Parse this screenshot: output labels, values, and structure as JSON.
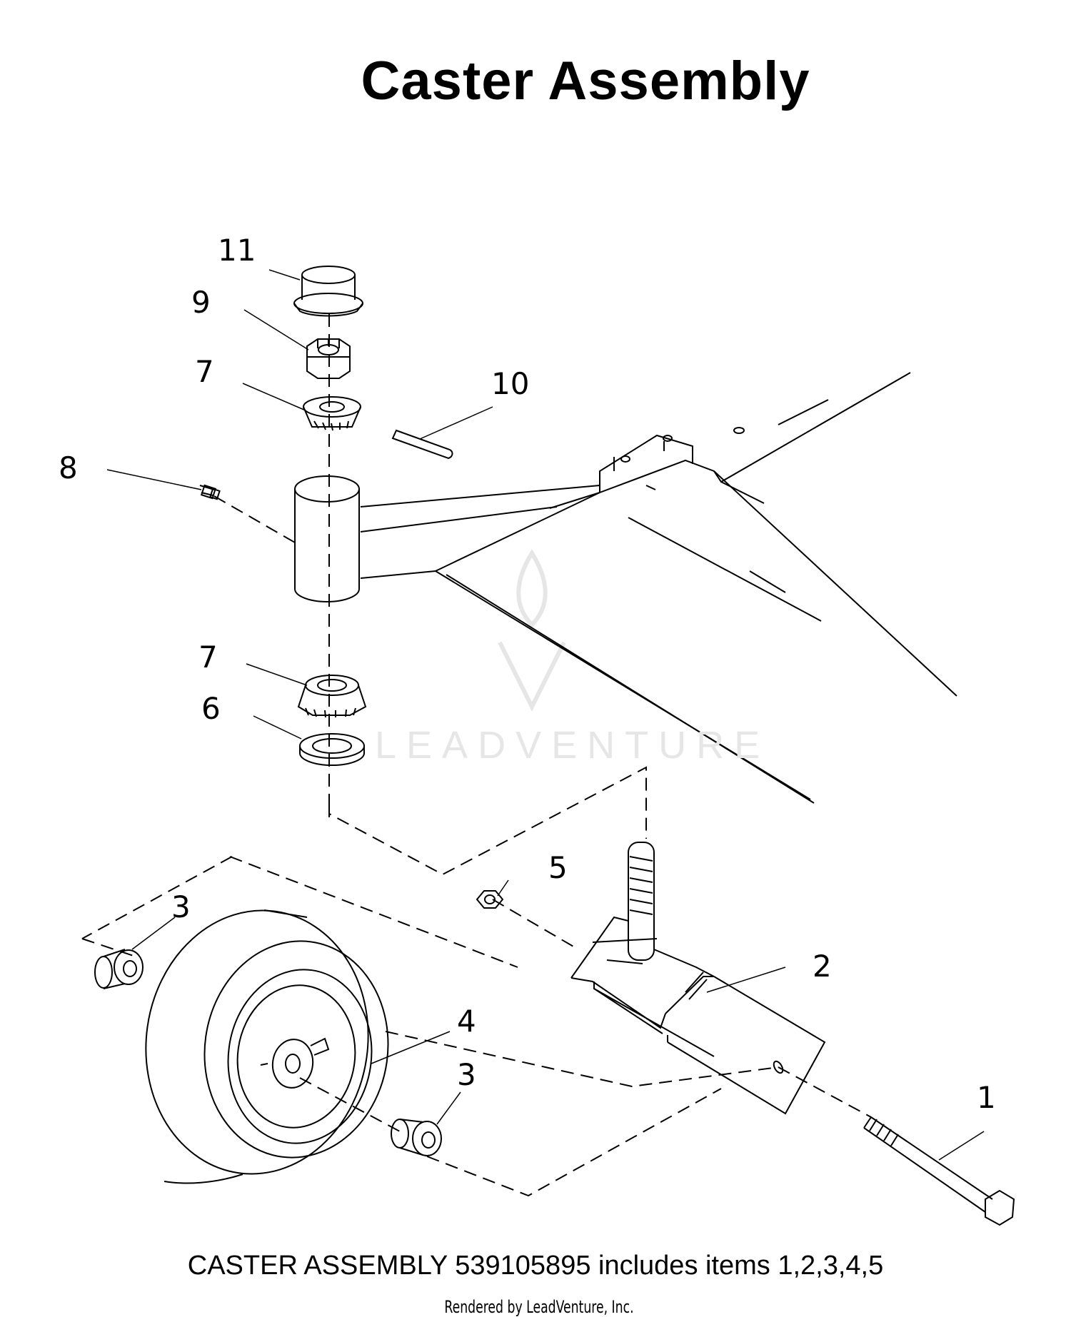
{
  "title": "Caster Assembly",
  "callouts": [
    {
      "id": "11",
      "label": "11"
    },
    {
      "id": "9",
      "label": "9"
    },
    {
      "id": "7a",
      "label": "7"
    },
    {
      "id": "10",
      "label": "10"
    },
    {
      "id": "8",
      "label": "8"
    },
    {
      "id": "7b",
      "label": "7"
    },
    {
      "id": "6",
      "label": "6"
    },
    {
      "id": "5",
      "label": "5"
    },
    {
      "id": "3a",
      "label": "3"
    },
    {
      "id": "2",
      "label": "2"
    },
    {
      "id": "4",
      "label": "4"
    },
    {
      "id": "3b",
      "label": "3"
    },
    {
      "id": "1",
      "label": "1"
    }
  ],
  "caption": "CASTER ASSEMBLY 539105895 includes items 1,2,3,4,5",
  "footer": "Rendered by LeadVenture, Inc.",
  "watermark": "LEADVENTURE",
  "colors": {
    "line": "#000000",
    "watermark": "#e6e6e6"
  }
}
